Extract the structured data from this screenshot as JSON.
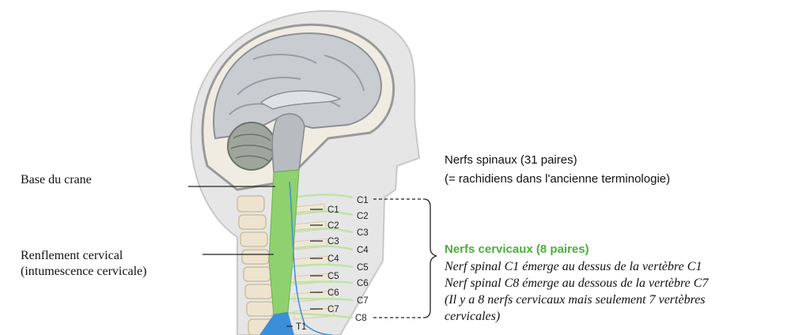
{
  "labels": {
    "base_crane": "Base du crane",
    "renflement_line1": "Renflement cervical",
    "renflement_line2": "(intumescence cervicale)",
    "spinal_title": "Nerfs spinaux (31 paires)",
    "spinal_subtitle": "(= rachidiens dans l'ancienne terminologie)",
    "cervical_title": "Nerfs cervicaux (8 paires)",
    "cervical_note_1": "Nerf spinal C1 émerge au dessus de la vertèbre C1",
    "cervical_note_2": "Nerf spinal C8 émerge au dessous de la vertèbre C7",
    "cervical_note_3": "(Il y a 8 nerfs cervicaux mais seulement 7 vertèbres",
    "cervical_note_4": "cervicales)"
  },
  "vertebrae": [
    "C1",
    "C2",
    "C3",
    "C4",
    "C5",
    "C6",
    "C7",
    "T1"
  ],
  "nerves": [
    "C1",
    "C2",
    "C3",
    "C4",
    "C5",
    "C6",
    "C7",
    "C8"
  ],
  "colors": {
    "spinal_cord": "#8fd16f",
    "accent_green": "#4caf3a",
    "csf_blue": "#3b8fd8",
    "bone": "#ede3cf",
    "brain": "#c8ccd0",
    "skin": "#e4e4e4"
  }
}
